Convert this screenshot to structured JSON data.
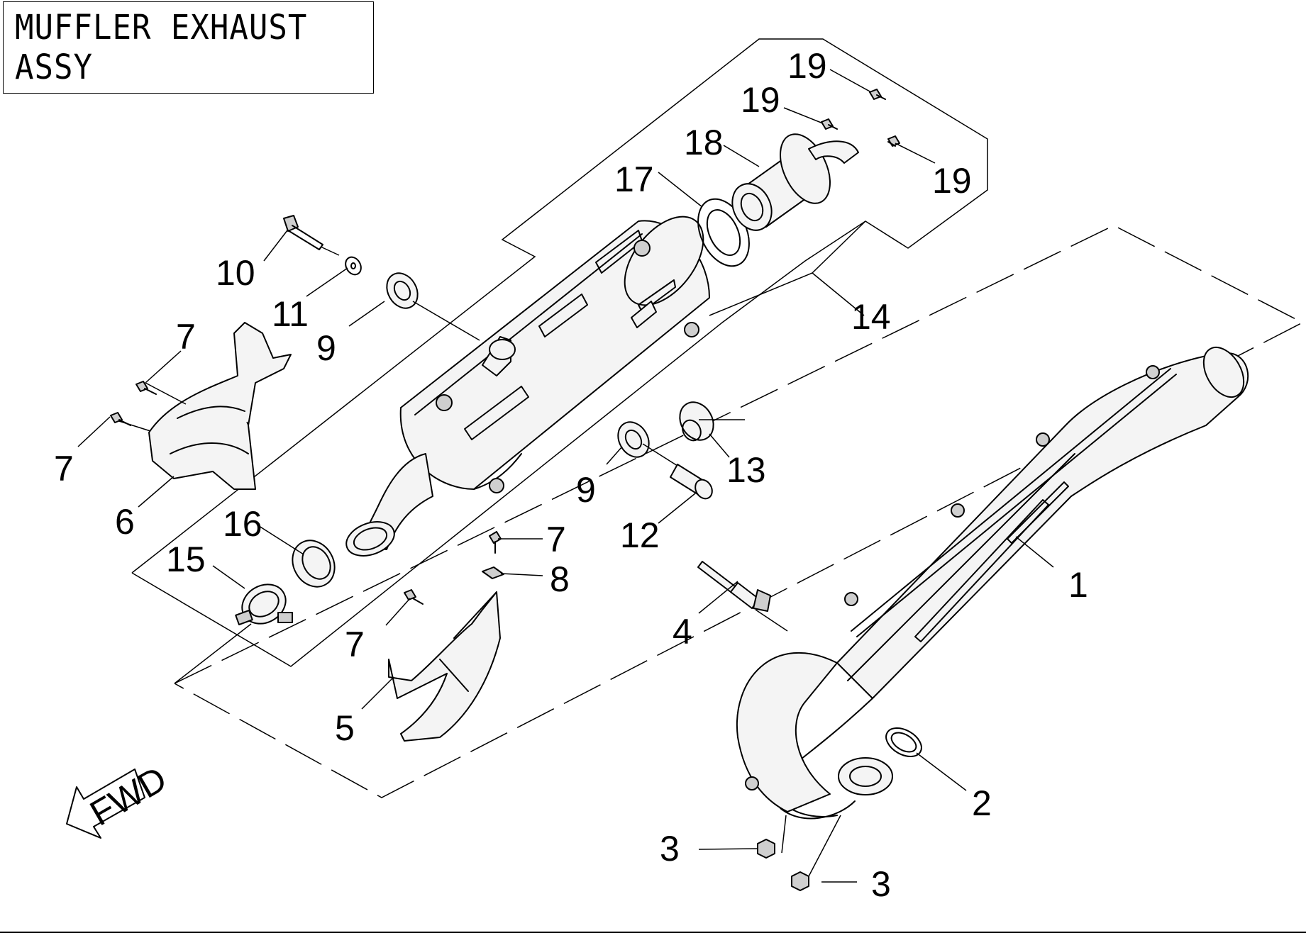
{
  "title": "MUFFLER EXHAUST ASSY",
  "fwd_label": "FWD",
  "callouts": [
    {
      "id": "c1",
      "text": "1"
    },
    {
      "id": "c2",
      "text": "2"
    },
    {
      "id": "c3a",
      "text": "3"
    },
    {
      "id": "c3b",
      "text": "3"
    },
    {
      "id": "c4",
      "text": "4"
    },
    {
      "id": "c5",
      "text": "5"
    },
    {
      "id": "c6",
      "text": "6"
    },
    {
      "id": "c7a",
      "text": "7"
    },
    {
      "id": "c7b",
      "text": "7"
    },
    {
      "id": "c7c",
      "text": "7"
    },
    {
      "id": "c7d",
      "text": "7"
    },
    {
      "id": "c8",
      "text": "8"
    },
    {
      "id": "c9a",
      "text": "9"
    },
    {
      "id": "c9b",
      "text": "9"
    },
    {
      "id": "c10",
      "text": "10"
    },
    {
      "id": "c11",
      "text": "11"
    },
    {
      "id": "c12",
      "text": "12"
    },
    {
      "id": "c13",
      "text": "13"
    },
    {
      "id": "c14",
      "text": "14"
    },
    {
      "id": "c15",
      "text": "15"
    },
    {
      "id": "c16",
      "text": "16"
    },
    {
      "id": "c17",
      "text": "17"
    },
    {
      "id": "c18",
      "text": "18"
    },
    {
      "id": "c19a",
      "text": "19"
    },
    {
      "id": "c19b",
      "text": "19"
    },
    {
      "id": "c19c",
      "text": "19"
    }
  ]
}
